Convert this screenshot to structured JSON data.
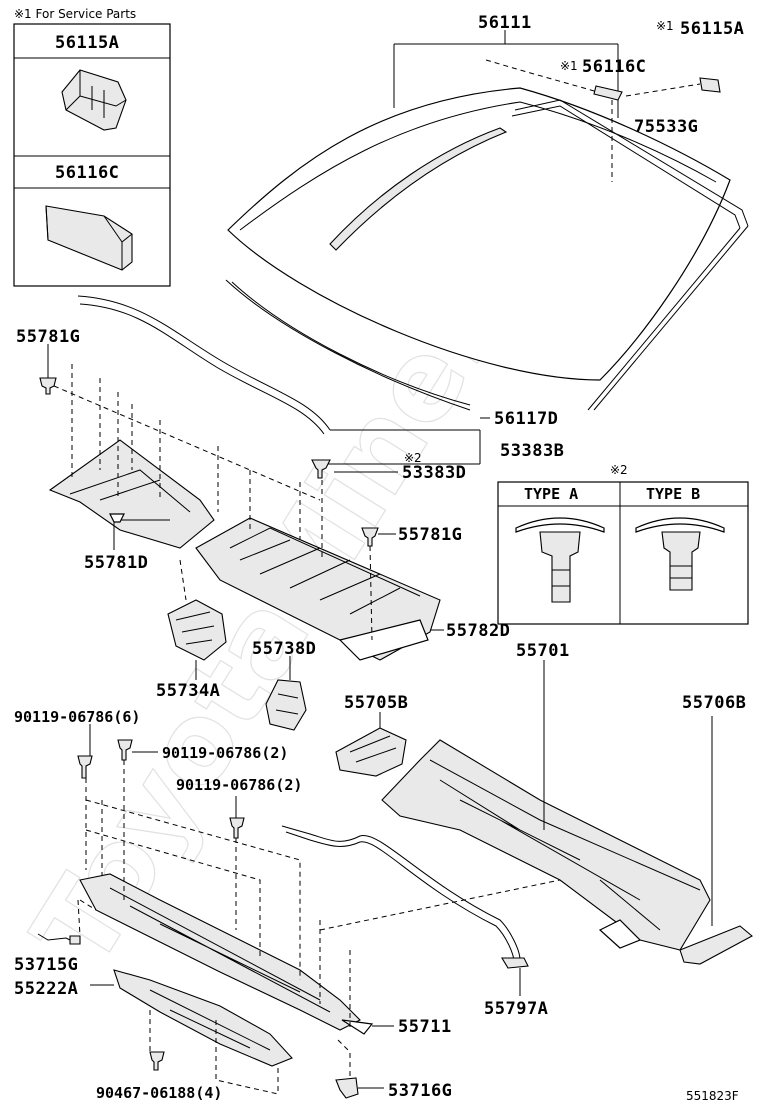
{
  "service_box": {
    "note": "※1 For Service Parts",
    "parts": [
      "56115A",
      "56116C"
    ]
  },
  "type_box": {
    "note": "※2",
    "types": [
      "TYPE A",
      "TYPE B"
    ]
  },
  "watermark": "ToyotaMine.ru",
  "labels": {
    "l56111": "56111",
    "l56115A_marker": "※1",
    "l56115A": "56115A",
    "l56116C_marker": "※1",
    "l56116C": "56116C",
    "l75533G": "75533G",
    "l55781G_top": "55781G",
    "l56117D": "56117D",
    "l53383B": "53383B",
    "l53383D_marker": "※2",
    "l53383D": "53383D",
    "l55781G_mid": "55781G",
    "l55781D": "55781D",
    "l55782D": "55782D",
    "l55738D": "55738D",
    "l55701": "55701",
    "l55734A": "55734A",
    "l55705B": "55705B",
    "l55706B": "55706B",
    "l90119_a": "90119-06786(6)",
    "l90119_b": "90119-06786(2)",
    "l90119_c": "90119-06786(2)",
    "l53715G": "53715G",
    "l55222A": "55222A",
    "l55711": "55711",
    "l55797A": "55797A",
    "l90467": "90467-06188(4)",
    "l53716G": "53716G"
  },
  "figure_id": "551823F"
}
